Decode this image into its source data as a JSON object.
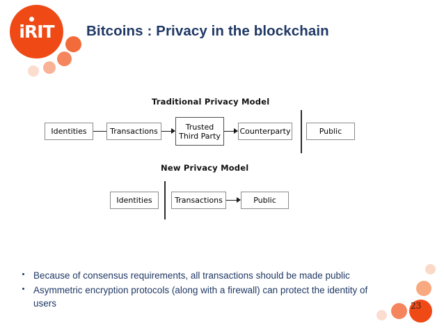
{
  "slide": {
    "title": "Bitcoins : Privacy in the blockchain",
    "page_number": "23",
    "brand": {
      "logo_text": "iRIT",
      "accent_color": "#EF4A16",
      "title_color": "#1F3864"
    }
  },
  "diagrams": [
    {
      "heading": "Traditional Privacy Model",
      "nodes": [
        {
          "label": "Identities"
        },
        {
          "label": "Transactions"
        },
        {
          "label": "Trusted\nThird Party",
          "line1": "Trusted",
          "line2": "Third Party"
        },
        {
          "label": "Counterparty"
        },
        {
          "label": "Public"
        }
      ]
    },
    {
      "heading": "New Privacy Model",
      "nodes": [
        {
          "label": "Identities"
        },
        {
          "label": "Transactions"
        },
        {
          "label": "Public"
        }
      ]
    }
  ],
  "bullets": [
    "Because of consensus requirements, all transactions should be made public",
    "Asymmetric encryption protocols (along with a firewall) can protect the identity of users"
  ]
}
